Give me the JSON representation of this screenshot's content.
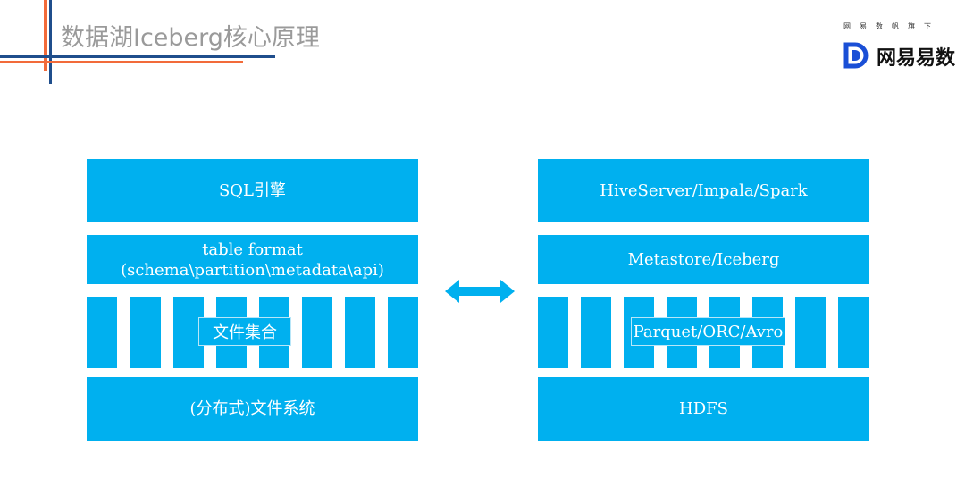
{
  "header": {
    "title": "数据湖Iceberg核心原理",
    "brand_tagline": "网易数帆旗下",
    "brand_name": "网易易数",
    "brand_color": "#1a4fd6"
  },
  "colors": {
    "block": "#00b0ef",
    "accent_orange": "#f26b3a",
    "accent_navy": "#1f4e8c"
  },
  "diagram": {
    "left": {
      "engine": "SQL引擎",
      "format_line1": "table format",
      "format_line2": "(schema\\partition\\metadata\\api)",
      "files": "文件集合",
      "storage": "(分布式)文件系统"
    },
    "right": {
      "engine": "HiveServer/Impala/Spark",
      "format": "Metastore/Iceberg",
      "files": "Parquet/ORC/Avro",
      "storage": "HDFS"
    },
    "connector": "double-arrow-icon"
  }
}
